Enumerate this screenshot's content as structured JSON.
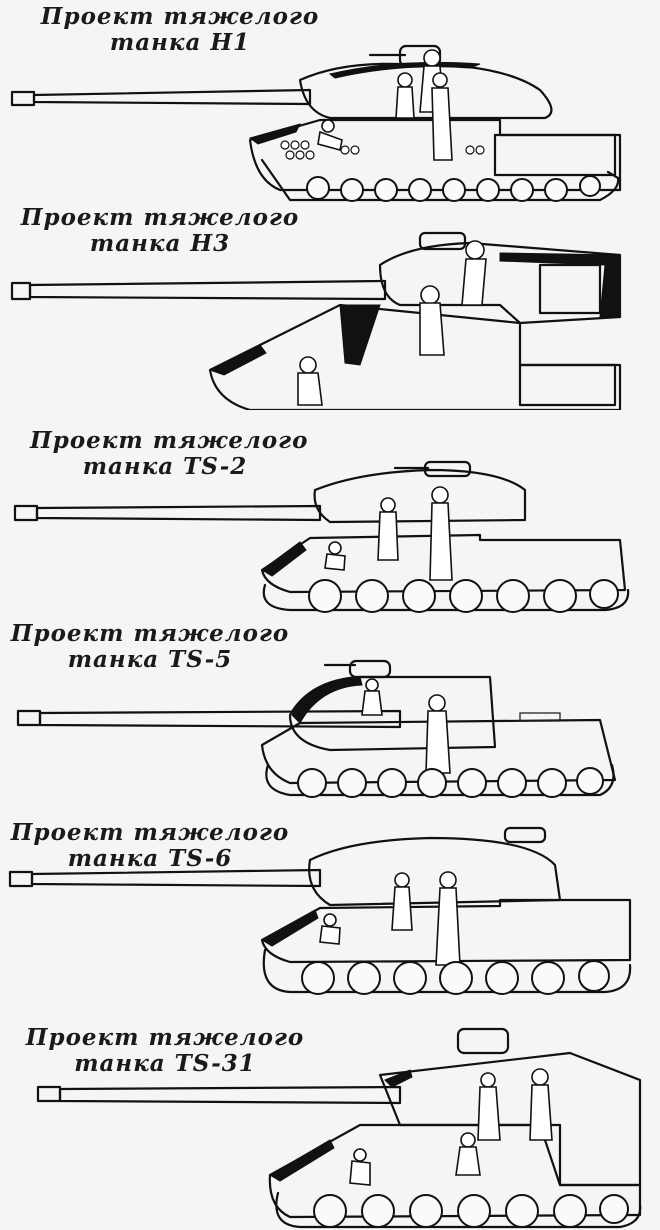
{
  "panels": [
    {
      "line1": "Проект тяжелого",
      "line2": "танка H1",
      "variant": "h1"
    },
    {
      "line1": "Проект тяжелого",
      "line2": "танка H3",
      "variant": "h3"
    },
    {
      "line1": "Проект тяжелого",
      "line2": "танка TS-2",
      "variant": "ts2"
    },
    {
      "line1": "Проект тяжелого",
      "line2": "танка TS-5",
      "variant": "ts5"
    },
    {
      "line1": "Проект тяжелого",
      "line2": "танка TS-6",
      "variant": "ts6"
    },
    {
      "line1": "Проект тяжелого",
      "line2": "танка TS-31",
      "variant": "ts31"
    }
  ]
}
